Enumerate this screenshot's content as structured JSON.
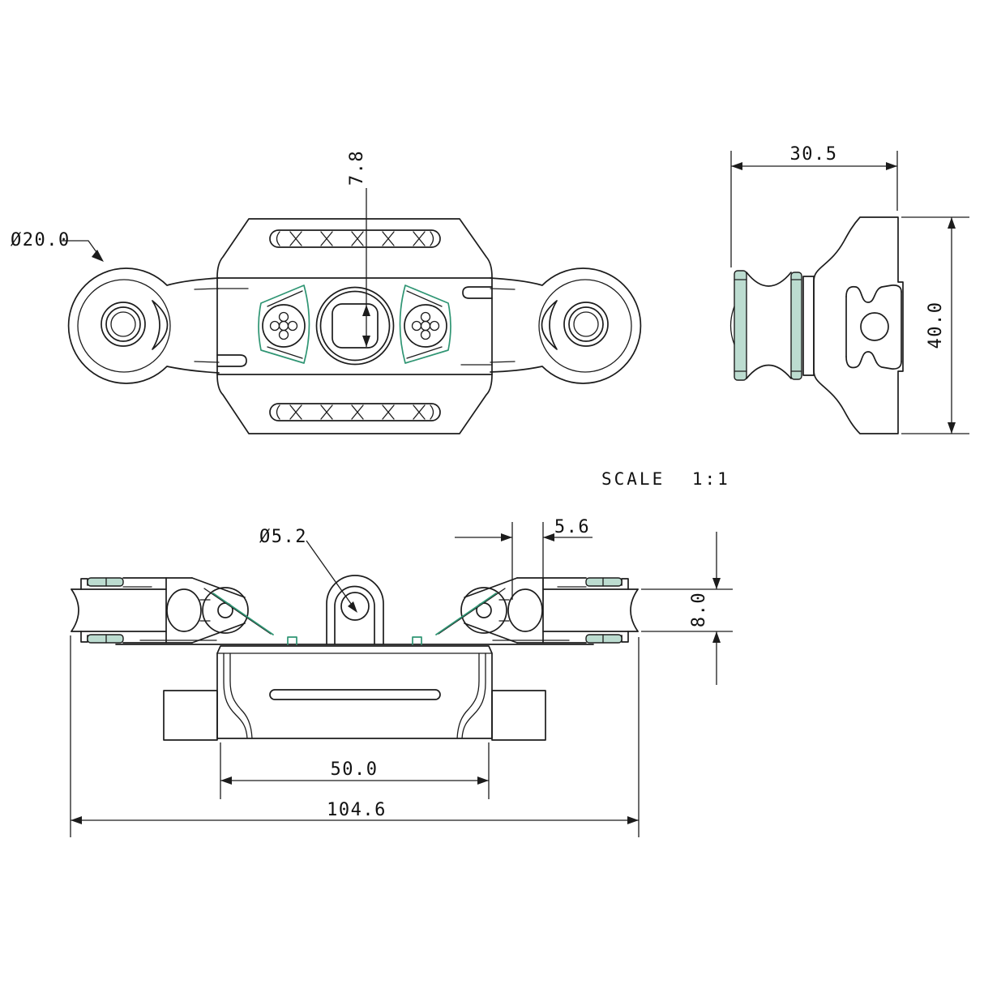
{
  "scale_label": "SCALE 1:1",
  "dimensions": {
    "eye_diameter": "Ø20.0",
    "center_square_height": "7.8",
    "side_depth": "30.5",
    "side_height": "40.0",
    "lug_hole_diameter": "Ø5.2",
    "jaw_offset": "5.6",
    "rope_height": "8.0",
    "base_width": "50.0",
    "overall_length": "104.6"
  },
  "colors": {
    "line": "#1c1c1c",
    "accent_line": "#2f9573",
    "accent_fill": "#bcdcd0",
    "background": "#ffffff"
  }
}
